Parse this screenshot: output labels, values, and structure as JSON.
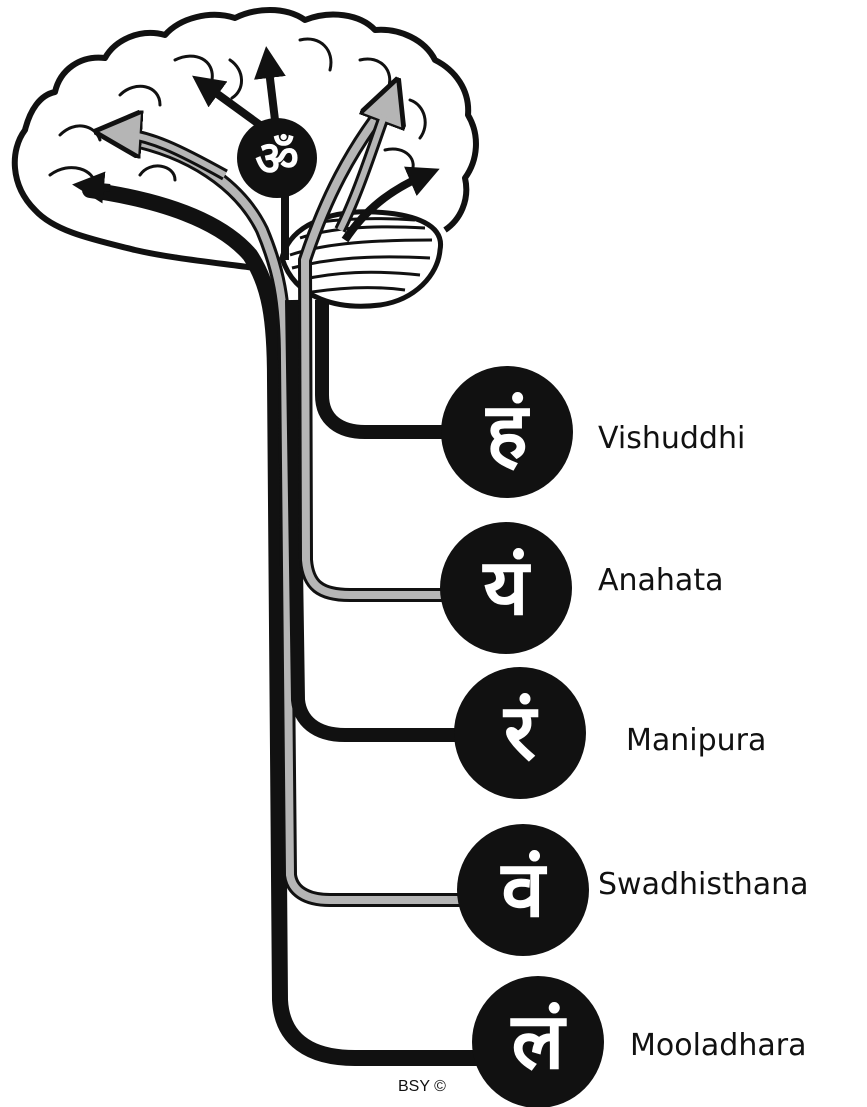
{
  "diagram": {
    "om_symbol": "ॐ",
    "chakras": [
      {
        "name": "Vishuddhi",
        "bija": "हं",
        "nadi": "black"
      },
      {
        "name": "Anahata",
        "bija": "यं",
        "nadi": "gray"
      },
      {
        "name": "Manipura",
        "bija": "रं",
        "nadi": "black"
      },
      {
        "name": "Swadhisthana",
        "bija": "वं",
        "nadi": "gray"
      },
      {
        "name": "Mooladhara",
        "bija": "लं",
        "nadi": "black"
      }
    ],
    "credit": "BSY ©"
  },
  "colors": {
    "ink": "#111111",
    "gray_nadi": "#b5b5b5",
    "background": "#ffffff"
  }
}
